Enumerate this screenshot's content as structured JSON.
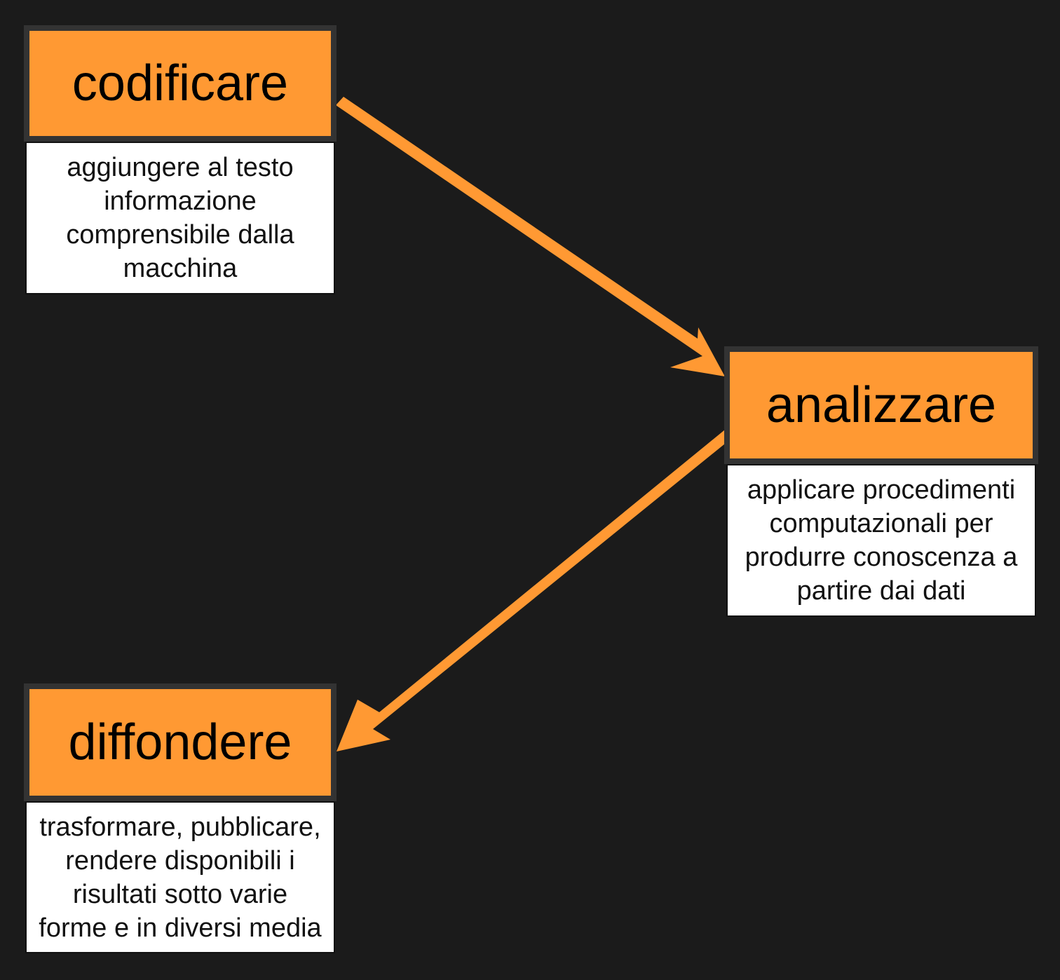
{
  "colors": {
    "background": "#1b1b1b",
    "box_fill": "#ff9933",
    "box_border": "#333333",
    "arrow": "#ff9933",
    "desc_fill": "#ffffff"
  },
  "steps": [
    {
      "title": "codificare",
      "description": "aggiungere al testo\ninformazione\ncomprensibile dalla\nmacchina"
    },
    {
      "title": "analizzare",
      "description": "applicare procedimenti\ncomputazionali per\nprodurre conoscenza a\npartire dai dati"
    },
    {
      "title": "diffondere",
      "description": "trasformare, pubblicare,\nrendere disponibili i\nrisultati sotto varie\nforme e in diversi media"
    }
  ],
  "edges": [
    {
      "from": "codificare",
      "to": "analizzare"
    },
    {
      "from": "analizzare",
      "to": "diffondere"
    }
  ]
}
